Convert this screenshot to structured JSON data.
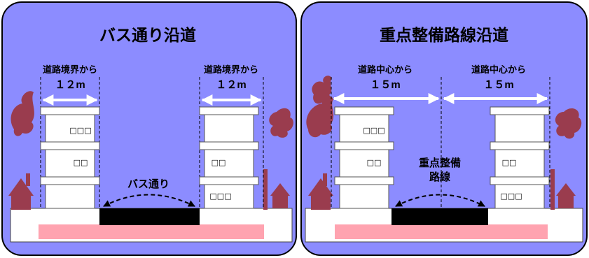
{
  "colors": {
    "panel_fill": "#8c8cff",
    "panel_border": "#000000",
    "building": "#ffffff",
    "ground": "#ffffff",
    "road": "#000000",
    "strip": "#ffa3b0",
    "plant": "#9a3c4e",
    "arrow": "#ffffff"
  },
  "panels": [
    {
      "title": "バス通り沿道",
      "left_distance_caption": "道路境界から",
      "left_distance_value": "１２m",
      "right_distance_caption": "道路境界から",
      "right_distance_value": "１２m",
      "road_label_line1": "バス通り",
      "road_label_line2": "",
      "left_floors": [
        "□□□",
        "□□",
        ""
      ],
      "right_floors": [
        "",
        "□□",
        "□□□"
      ]
    },
    {
      "title": "重点整備路線沿道",
      "left_distance_caption": "道路中心から",
      "left_distance_value": "１５m",
      "right_distance_caption": "道路中心から",
      "right_distance_value": "１５m",
      "road_label_line1": "重点整備",
      "road_label_line2": "路線",
      "left_floors": [
        "□□□",
        "□□",
        ""
      ],
      "right_floors": [
        "",
        "□□",
        "□□□"
      ]
    }
  ]
}
